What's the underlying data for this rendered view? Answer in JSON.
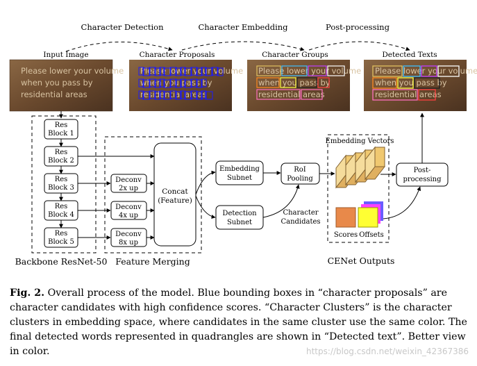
{
  "stages": {
    "detection": "Character Detection",
    "embedding": "Character Embedding",
    "postprocessing": "Post-processing"
  },
  "images": {
    "input": "Input Image",
    "proposals": "Character Proposals",
    "groups": "Character Groups",
    "detected": "Detected Texts"
  },
  "sign_text": {
    "line1": "Please lower your volume",
    "line2": "when you pass by",
    "line3": "residential areas"
  },
  "backbone": {
    "blocks": [
      {
        "line1": "Res",
        "line2": "Block 1"
      },
      {
        "line1": "Res",
        "line2": "Block 2"
      },
      {
        "line1": "Res",
        "line2": "Block 3"
      },
      {
        "line1": "Res",
        "line2": "Block 4"
      },
      {
        "line1": "Res",
        "line2": "Block 5"
      }
    ],
    "label": "Backbone ResNet-50"
  },
  "feature_merging": {
    "deconvs": [
      {
        "line1": "Deconv",
        "line2": "2x up"
      },
      {
        "line1": "Deconv",
        "line2": "4x up"
      },
      {
        "line1": "Deconv",
        "line2": "8x up"
      }
    ],
    "concat_line1": "Concat",
    "concat_line2": "(Feature)",
    "label": "Feature Merging"
  },
  "subnets": {
    "embedding_line1": "Embedding",
    "embedding_line2": "Subnet",
    "detection_line1": "Detection",
    "detection_line2": "Subnet",
    "roi_line1": "RoI",
    "roi_line2": "Pooling",
    "char_cand_line1": "Character",
    "char_cand_line2": "Candidates"
  },
  "outputs": {
    "embedding_vectors": "Embedding Vectors",
    "scores": "Scores",
    "offsets": "Offsets",
    "label": "CENet Outputs",
    "post_line1": "Post-",
    "post_line2": "processing"
  },
  "caption": {
    "fig": "Fig. 2.",
    "text": "Overall process of the model. Blue bounding boxes in “character proposals” are character candidates with high confidence scores. “Character Clusters” is the character clusters in embedding space, where candidates in the same cluster use the same color. The final detected words represented in quadrangles are shown in “Detected text”. Better view in color."
  },
  "watermark": "https://blog.csdn.net/weixin_42367386",
  "colors": {
    "bark": "#6b4a2e",
    "proposal_box": "#1a1aff",
    "cube_yellow": "#f0c870",
    "score_orange": "#e8894a",
    "offset_yellow": "#ffff33"
  }
}
